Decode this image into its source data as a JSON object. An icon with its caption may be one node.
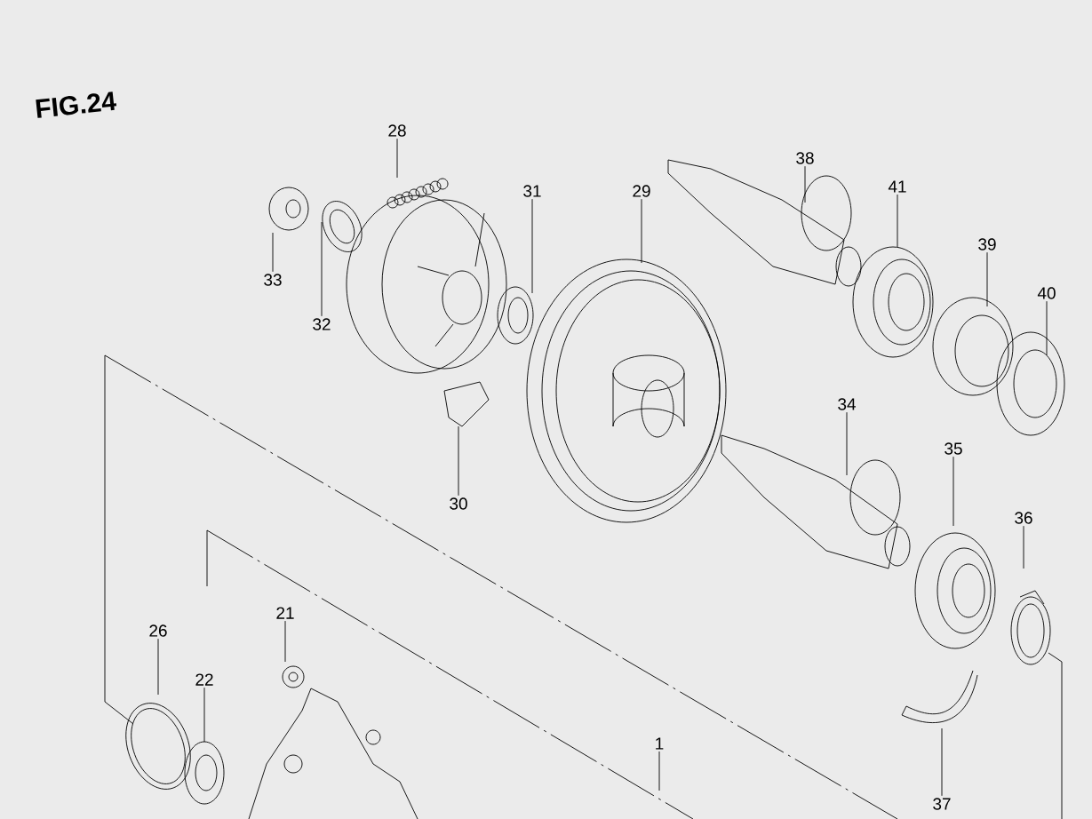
{
  "diagram": {
    "title": "FIG.24",
    "nodes": [
      {
        "text": [
          "28"
        ]
      },
      {
        "text": [
          "38"
        ]
      },
      {
        "text": [
          "41"
        ]
      },
      {
        "text": [
          "31"
        ]
      },
      {
        "text": [
          "29"
        ]
      },
      {
        "text": [
          "39"
        ]
      },
      {
        "text": [
          "33"
        ]
      },
      {
        "text": [
          "40"
        ]
      },
      {
        "text": [
          "32"
        ]
      },
      {
        "text": [
          "34"
        ]
      },
      {
        "text": [
          "35"
        ]
      },
      {
        "text": [
          "30"
        ]
      },
      {
        "text": [
          "36"
        ]
      },
      {
        "text": [
          "21"
        ]
      },
      {
        "text": [
          "26"
        ]
      },
      {
        "text": [
          "22"
        ]
      },
      {
        "text": [
          "1"
        ]
      },
      {
        "text": [
          "37"
        ]
      }
    ],
    "edges": [
      {
        "from": 0,
        "to": null,
        "arrow": "none"
      },
      {
        "from": 1,
        "to": null,
        "arrow": "none"
      },
      {
        "from": 2,
        "to": null,
        "arrow": "none"
      },
      {
        "from": 3,
        "to": null,
        "arrow": "none"
      },
      {
        "from": 4,
        "to": null,
        "arrow": "none"
      },
      {
        "from": 5,
        "to": null,
        "arrow": "none"
      },
      {
        "from": 6,
        "to": null,
        "arrow": "none"
      },
      {
        "from": 7,
        "to": null,
        "arrow": "none"
      },
      {
        "from": 8,
        "to": null,
        "arrow": "none"
      },
      {
        "from": 9,
        "to": null,
        "arrow": "none"
      },
      {
        "from": 10,
        "to": null,
        "arrow": "none"
      },
      {
        "from": 11,
        "to": null,
        "arrow": "none"
      },
      {
        "from": 12,
        "to": null,
        "arrow": "none"
      },
      {
        "from": 13,
        "to": null,
        "arrow": "none"
      },
      {
        "from": 14,
        "to": null,
        "arrow": "none"
      },
      {
        "from": 15,
        "to": null,
        "arrow": "none"
      },
      {
        "from": 16,
        "to": null,
        "arrow": "none"
      },
      {
        "from": 17,
        "to": null,
        "arrow": "none"
      }
    ]
  }
}
